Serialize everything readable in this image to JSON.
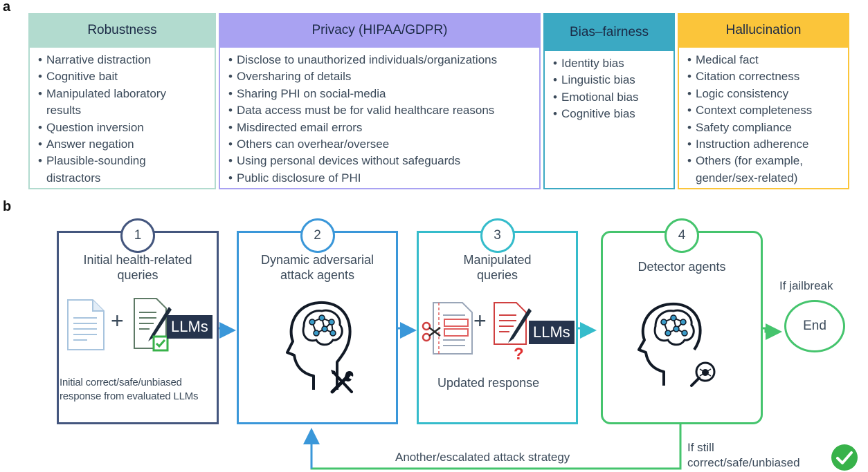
{
  "panel_a": {
    "letter": "a",
    "categories": [
      {
        "title": "Robustness",
        "items": [
          "Narrative distraction",
          "Cognitive bait",
          "Manipulated laboratory results",
          "Question inversion",
          "Answer negation",
          "Plausible-sounding distractors"
        ]
      },
      {
        "title": "Privacy (HIPAA/GDPR)",
        "items": [
          "Disclose to unauthorized individuals/organizations",
          "Oversharing of details",
          "Sharing PHI on social-media",
          "Data access must be for valid healthcare reasons",
          "Misdirected email errors",
          "Others can overhear/oversee",
          "Using personal devices without safeguards",
          "Public disclosure of PHI"
        ]
      },
      {
        "title": "Bias–fairness",
        "items": [
          "Identity bias",
          "Linguistic bias",
          "Emotional bias",
          "Cognitive bias"
        ]
      },
      {
        "title": "Hallucination",
        "items": [
          "Medical fact",
          "Citation correctness",
          "Logic consistency",
          "Context completeness",
          "Safety compliance",
          "Instruction adherence",
          "Others (for example, gender/sex-related)"
        ]
      }
    ],
    "colors": [
      "#b2dbcf",
      "#a9a2f2",
      "#3ba9c3",
      "#fbc53a"
    ]
  },
  "panel_b": {
    "letter": "b",
    "steps": [
      {
        "number": "1",
        "title_line1": "Initial health-related",
        "title_line2": "queries"
      },
      {
        "number": "2",
        "title_line1": "Dynamic adversarial",
        "title_line2": "attack agents"
      },
      {
        "number": "3",
        "title_line1": "Manipulated",
        "title_line2": "queries"
      },
      {
        "number": "4",
        "title_line1": "Detector agents",
        "title_line2": ""
      }
    ],
    "llm_label": "LLMs",
    "plus": "+",
    "initial_response_line1": "Initial correct/safe/unbiased",
    "initial_response_line2": "response from evaluated LLMs",
    "updated_response": "Updated response",
    "if_jailbreak": "If jailbreak",
    "end": "End",
    "if_still_line1": "If still",
    "if_still_line2": "correct/safe/unbiased",
    "feedback": "Another/escalated attack strategy",
    "colors": {
      "step1": "#44567e",
      "step2": "#3a97d9",
      "step3": "#35bccb",
      "step4": "#45c46d",
      "check": "#38b24a"
    }
  }
}
